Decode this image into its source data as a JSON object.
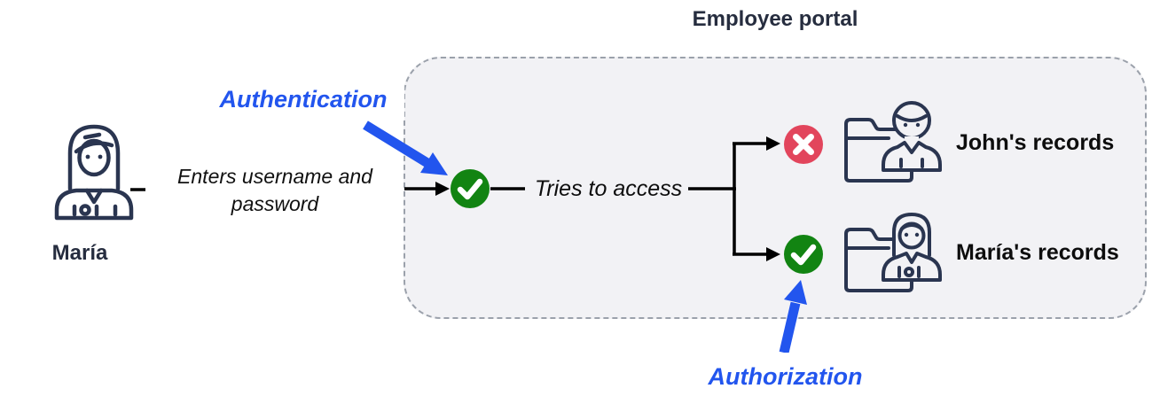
{
  "diagram": {
    "title": "Employee portal",
    "actor": {
      "name": "María",
      "action": "Enters username and password"
    },
    "labels": {
      "authentication": "Authentication",
      "authorization": "Authorization"
    },
    "flow_text": "Tries to access",
    "outcomes": {
      "denied": {
        "label": "John's records",
        "icon": "x-circle-icon"
      },
      "allowed": {
        "label": "María's records",
        "icon": "check-circle-icon"
      }
    },
    "icons": {
      "actor": "woman-user-icon",
      "auth_check": "check-circle-icon",
      "denied_folder": "folder-man-icon",
      "allowed_folder": "folder-woman-icon"
    },
    "colors": {
      "accent_blue": "#2255ee",
      "success_green": "#128412",
      "denied_red": "#e2455c",
      "icon_outline": "#2a3550",
      "portal_fill": "#f2f2f5",
      "portal_border": "#9ba1ab"
    }
  }
}
